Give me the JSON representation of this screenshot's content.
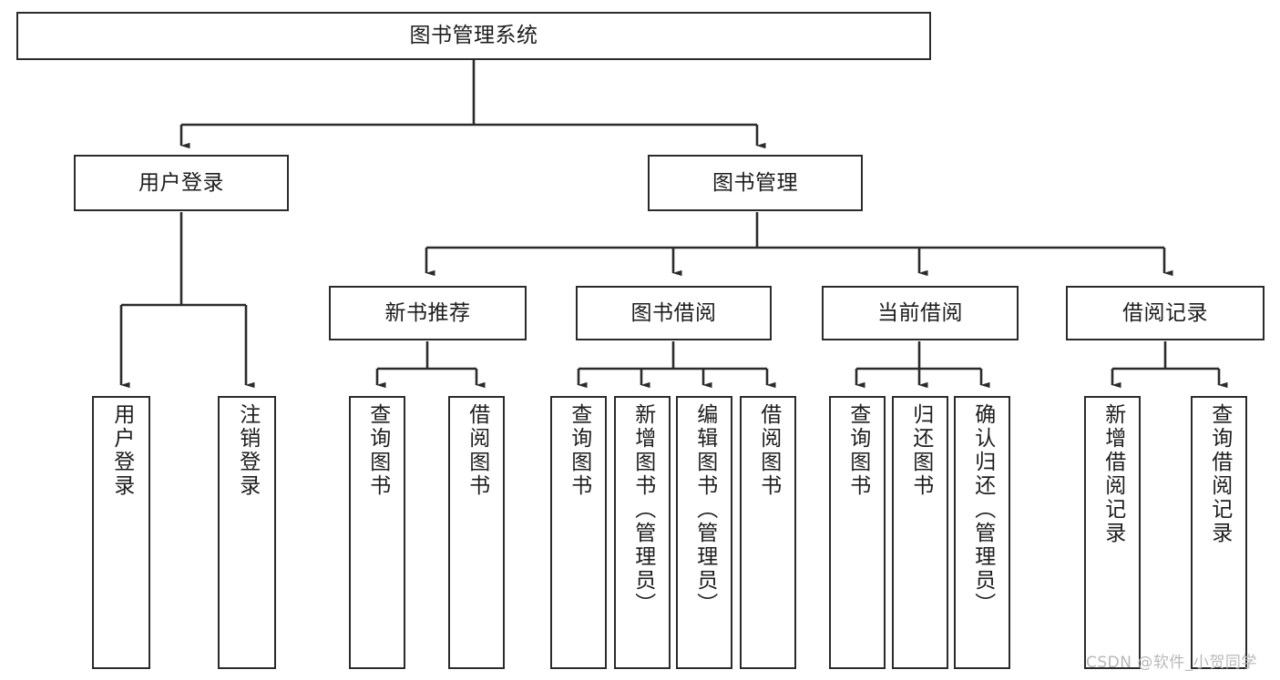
{
  "diagram": {
    "title": "图书管理系统",
    "type": "tree-hierarchy-chart",
    "root": {
      "label": "图书管理系统"
    },
    "level2": [
      {
        "label": "用户登录"
      },
      {
        "label": "图书管理"
      }
    ],
    "level3": [
      {
        "label": "新书推荐"
      },
      {
        "label": "图书借阅"
      },
      {
        "label": "当前借阅"
      },
      {
        "label": "借阅记录"
      }
    ],
    "leaves": {
      "user_login": [
        {
          "label": "用户登录"
        },
        {
          "label": "注销登录"
        }
      ],
      "new_book_recommend": [
        {
          "label": "查询图书"
        },
        {
          "label": "借阅图书"
        }
      ],
      "book_borrow": [
        {
          "label": "查询图书"
        },
        {
          "label": "新增图书（管理员）"
        },
        {
          "label": "编辑图书（管理员）"
        },
        {
          "label": "借阅图书"
        }
      ],
      "current_borrow": [
        {
          "label": "查询图书"
        },
        {
          "label": "归还图书"
        },
        {
          "label": "确认归还（管理员）"
        }
      ],
      "borrow_record": [
        {
          "label": "新增借阅记录"
        },
        {
          "label": "查询借阅记录"
        }
      ]
    },
    "colors": {
      "stroke": "#2b2b2b",
      "fill": "#ffffff",
      "text": "#1d1d1d",
      "watermark": "#b9b9b9"
    }
  },
  "watermark": {
    "text": "CSDN @软件_小贺同学"
  }
}
